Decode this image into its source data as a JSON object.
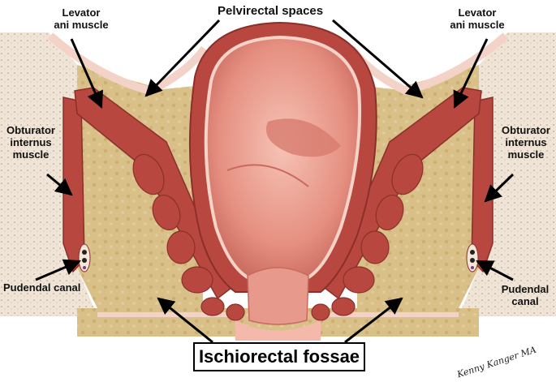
{
  "labels": {
    "pelvirectal_spaces": "Pelvirectal spaces",
    "levator_left_line1": "Levator",
    "levator_left_line2": "ani muscle",
    "levator_right_line1": "Levator",
    "levator_right_line2": "ani muscle",
    "obturator_left_line1": "Obturator",
    "obturator_left_line2": "internus",
    "obturator_left_line3": "muscle",
    "obturator_right_line1": "Obturator",
    "obturator_right_line2": "internus",
    "obturator_right_line3": "muscle",
    "pudendal_left": "Pudendal canal",
    "pudendal_right_line1": "Pudendal",
    "pudendal_right_line2": "canal",
    "ischiorectal_fossae": "Ischiorectal fossae"
  },
  "signature": "Kenny Kanger MA",
  "colors": {
    "fat": "#d8bf84",
    "fat_dark": "#c6a86a",
    "muscle": "#b8483f",
    "muscle_dark": "#8a2f2a",
    "fascia": "#f3d2c8",
    "mucosa": "#e79a8c",
    "mucosa_light": "#f4b9ab",
    "bone": "#efe3d3"
  }
}
